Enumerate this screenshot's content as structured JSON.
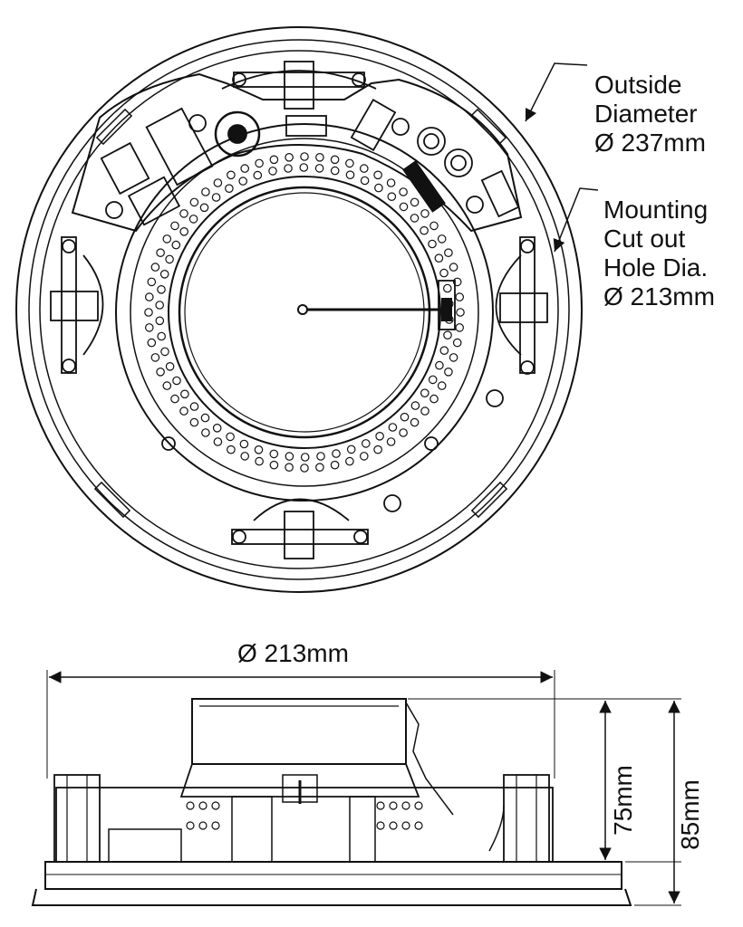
{
  "top_view": {
    "outside_label": [
      "Outside",
      "Diameter",
      "Ø 237mm"
    ],
    "cutout_label": [
      "Mounting",
      "Cut out",
      "Hole Dia.",
      "Ø 213mm"
    ]
  },
  "side_view": {
    "width_label": "Ø 213mm",
    "height_inner_label": "75mm",
    "height_outer_label": "85mm"
  },
  "colors": {
    "line": "#111111",
    "background": "#ffffff",
    "shade": "#d9d9d9"
  }
}
